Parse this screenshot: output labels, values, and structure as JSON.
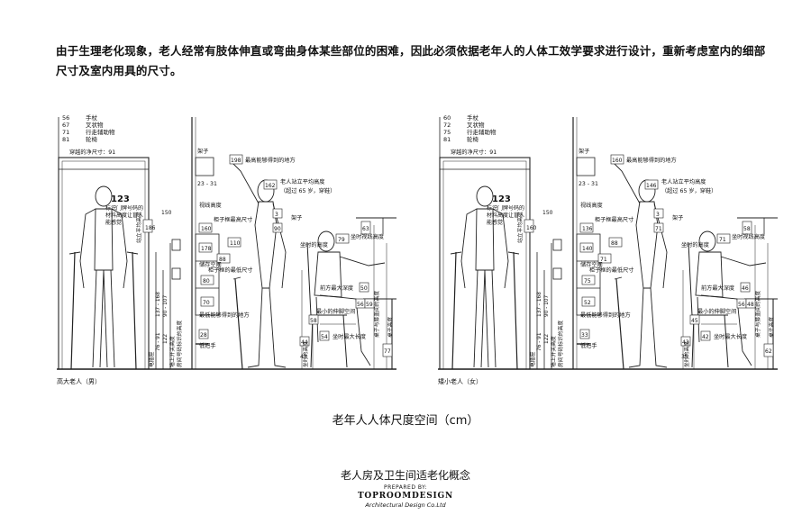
{
  "intro_text": "由于生理老化现象，老人经常有肢体伸直或弯曲身体某些部位的困难，因此必须依据老年人的人体工效学要求进行设计，重新考虑室内的细部尺寸及室内用具的尺寸。",
  "figure_caption": "老年人人体尺度空间（cm）",
  "document_title": "老人房及卫生间适老化概念",
  "prepared_by": "PREPARED BY:",
  "company_name": "TOPROOMDESIGN",
  "company_sub": "Architectural Design Co.Ltd",
  "panels": [
    {
      "name": "tall-elderly-male",
      "label": "高大老人（男）",
      "legend": [
        {
          "value": "56",
          "text": "手杖"
        },
        {
          "value": "67",
          "text": "叉状物"
        },
        {
          "value": "71",
          "text": "行走辅助物"
        },
        {
          "value": "81",
          "text": "轮椅"
        }
      ],
      "door_width": "穿越的净尺寸：91",
      "shelf": "架子",
      "shelf_range": "23 - 31",
      "top_reach_value": "198",
      "top_reach_text": "最高能够得到的地方",
      "stand_value": "162",
      "stand_text1": "老人站立平均高度",
      "stand_text2": "（超过 65 岁，穿鞋）",
      "door_plate_num": "123",
      "door_plate_text": "标识门牌号码的材料高度让盲人能感觉",
      "vert_stand": "站立平均高度",
      "v186": "186",
      "v150": "150",
      "sight": "视线高度",
      "v160": "160",
      "cab_top": "柜子框最高尺寸",
      "v178": "178",
      "v110": "110",
      "v3": "3",
      "v90": "90",
      "chair_shelf": "架子",
      "seated_height": "坐时的高度",
      "v79": "79",
      "seated_sight": "坐时视线高度",
      "v63": "63",
      "v88": "88",
      "storage": "储存空间",
      "cab_bottom": "柜子框的最低尺寸",
      "v80": "80",
      "v70": "70",
      "low_reach": "最低能够得到的地方",
      "v28": "28",
      "low_handle": "低把手",
      "v137": "137 - 168",
      "v90b": "90 - 107",
      "v76": "76 - 91",
      "v122": "122",
      "socket": "电插座",
      "switch_label": "墙上开关高度",
      "plate_label": "房间号码标识的高度",
      "front_max": "前方最大深度",
      "v50": "50",
      "v56b": "56",
      "v59": "59",
      "min_leg": "最小的伸脚空间",
      "v58": "58",
      "seat_ht": "坐时的高度",
      "v44": "44",
      "v54": "54",
      "seat_reach": "坐时最大长度",
      "v77": "77",
      "v43": "43",
      "table_knee": "桌子与膝盖间的高度",
      "table_top": "桌子高度",
      "seat_surface": "坐时的高度"
    },
    {
      "name": "short-elderly-female",
      "label": "矮小老人（女）",
      "legend": [
        {
          "value": "60",
          "text": "手杖"
        },
        {
          "value": "72",
          "text": "叉状物"
        },
        {
          "value": "75",
          "text": "行走辅助物"
        },
        {
          "value": "81",
          "text": "轮椅"
        }
      ],
      "door_width": "穿越的净尺寸：91",
      "shelf": "架子",
      "shelf_range": "23 - 31",
      "top_reach_value": "160",
      "top_reach_text": "最高能够得到的地方",
      "stand_value": "146",
      "stand_text1": "老人站立平均高度",
      "stand_text2": "（超过 65 岁，穿鞋）",
      "door_plate_num": "123",
      "door_plate_text": "标识门牌号码的材料高度让盲人能感觉",
      "vert_stand": "站立平均高度",
      "v186": "160",
      "v150": "150",
      "sight": "视线高度",
      "v160": "136",
      "cab_top": "柜子框最高尺寸",
      "v178": "140",
      "v110": "88",
      "v3": "3",
      "v90": "71",
      "chair_shelf": "架子",
      "seated_height": "坐时的高度",
      "v79": "71",
      "seated_sight": "坐时视线高度",
      "v63": "58",
      "v88": "71",
      "storage": "储存空间",
      "cab_bottom": "柜子框的最低尺寸",
      "v80": "75",
      "v70": "52",
      "low_reach": "最低能够得到的地方",
      "v28": "33",
      "low_handle": "低把手",
      "v137": "137 - 168",
      "v90b": "90 - 107",
      "v76": "76 - 91",
      "v122": "122",
      "socket": "电插座",
      "switch_label": "墙上开关高度",
      "plate_label": "房间号码标识的高度",
      "front_max": "前方最大深度",
      "v50": "46",
      "v56b": "56",
      "v59": "48",
      "min_leg": "最小的伸脚空间",
      "v58": "45",
      "seat_ht": "坐时的高度",
      "v44": "43",
      "v54": "42",
      "seat_reach": "坐时最大长度",
      "v77": "62",
      "v43": "35",
      "table_knee": "桌子与膝盖间的高度",
      "table_top": "桌子高度",
      "seat_surface": "坐时的高度"
    }
  ]
}
